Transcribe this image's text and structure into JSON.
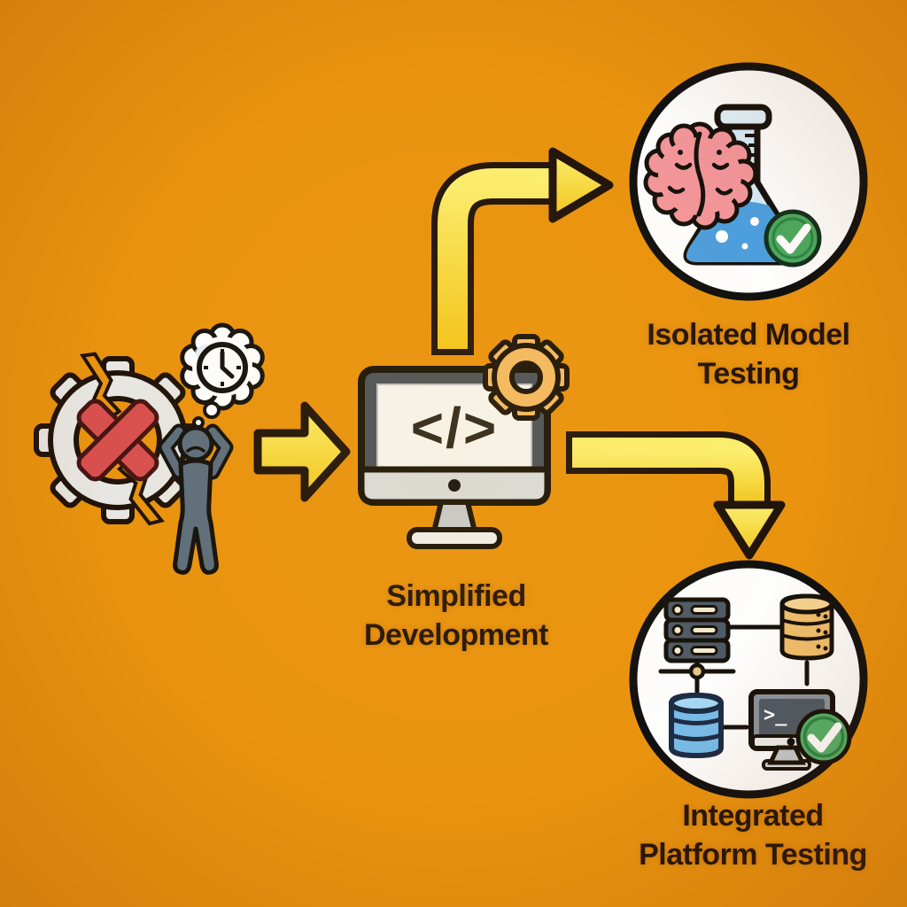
{
  "title": "Simplified development workflow diagram",
  "stages": {
    "problem": {
      "description": "frustrated developer with broken gear and waiting clock",
      "icons": [
        "broken-gear-icon",
        "error-x-icon",
        "frustrated-person-icon",
        "thought-bubble-icon",
        "clock-icon"
      ]
    },
    "development": {
      "label_lines": [
        "Simplified",
        "Development"
      ],
      "screen_code": "</>",
      "icons": [
        "monitor-icon",
        "gear-icon",
        "code-icon"
      ]
    },
    "isolated": {
      "label_lines": [
        "Isolated Model",
        "Testing"
      ],
      "icons": [
        "brain-icon",
        "flask-icon",
        "check-circle-icon"
      ]
    },
    "integrated": {
      "label_lines": [
        "Integrated",
        "Platform Testing"
      ],
      "terminal_prompt": ">_",
      "icons": [
        "server-rack-icon",
        "database-orange-icon",
        "database-blue-icon",
        "terminal-icon",
        "check-circle-icon"
      ]
    }
  },
  "arrows": [
    {
      "name": "arrow-problem-to-development",
      "direction": "right"
    },
    {
      "name": "arrow-development-to-isolated",
      "direction": "up-right"
    },
    {
      "name": "arrow-development-to-integrated",
      "direction": "down-right"
    }
  ],
  "colors": {
    "background": "#E9930F",
    "outline": "#20130A",
    "arrow_yellow": "#F7D325",
    "arrow_yellow_light": "#FBEE6E",
    "circle_fill": "#FDFDFC",
    "text": "#241408",
    "error_red": "#D8504E",
    "gear_gray": "#E8E6E2",
    "person_slate": "#5D6E7B",
    "amber_gear": "#F2BA63",
    "brain_pink": "#F29599",
    "flask_glass": "#D5EBF7",
    "flask_liquid": "#4D9EDC",
    "check_green": "#4CA95F",
    "server_slate": "#4E5A66",
    "db_orange": "#EFBE6B",
    "db_blue": "#77BCE8",
    "terminal_screen": "#4E5A64"
  }
}
